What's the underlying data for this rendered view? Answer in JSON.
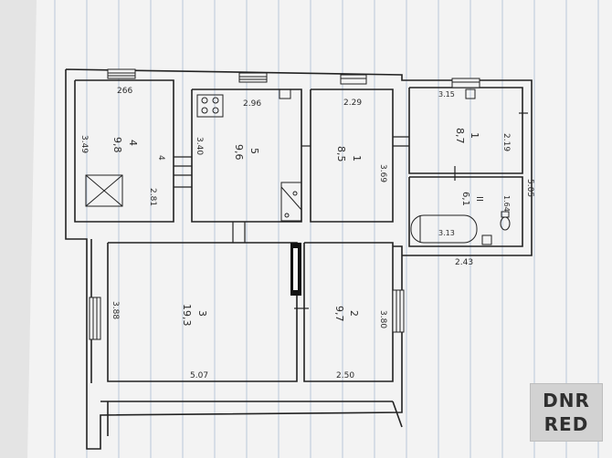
{
  "plan": {
    "rooms": [
      {
        "id": "4",
        "area": "9,8"
      },
      {
        "id": "5",
        "area": "9,6"
      },
      {
        "id": "1",
        "area": "8,5"
      },
      {
        "id": "1",
        "area": "8,7"
      },
      {
        "id": "II",
        "area": "6,1"
      },
      {
        "id": "3",
        "area": "19,3"
      },
      {
        "id": "2",
        "area": "9,7"
      }
    ],
    "dimensions": {
      "d266": "266",
      "d296": "2.96",
      "d229": "2.29",
      "d315": "3.15",
      "d349": "3.49",
      "d340": "3.40",
      "d369": "3.69",
      "d219": "2.19",
      "d505": "5.05",
      "d164": "1.64",
      "d313": "3.13",
      "d243": "2.43",
      "d281": "2.81",
      "d388": "3.88",
      "d507": "5.07",
      "d250": "2.50",
      "d380": "3.80",
      "d4": "4"
    }
  },
  "watermark": {
    "line1": "DNR",
    "line2": "RED"
  }
}
